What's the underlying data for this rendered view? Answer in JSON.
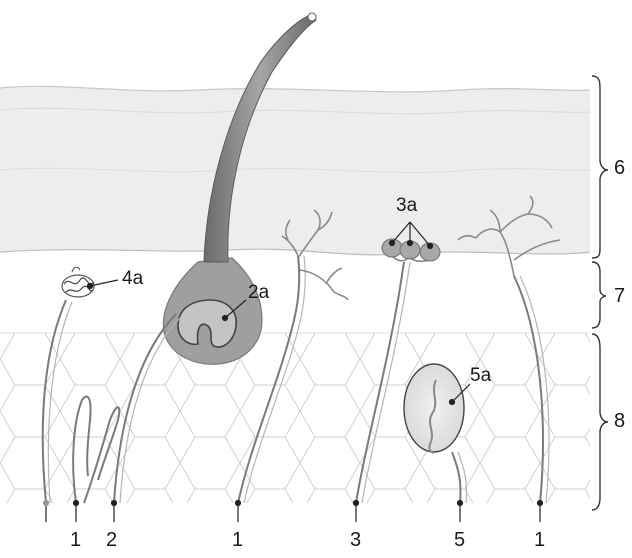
{
  "diagram": {
    "labels": {
      "fiber_1": "1",
      "fiber_2": "2",
      "fiber_3": "3",
      "fiber_5": "5",
      "hair_follicle_2a": "2a",
      "merkel_3a": "3a",
      "meissner_4a": "4a",
      "pacinian_5a": "5a"
    },
    "layers": [
      {
        "id": "epidermis",
        "label": "6"
      },
      {
        "id": "dermis-papillary",
        "label": "7"
      },
      {
        "id": "dermis-reticular",
        "label": "8"
      }
    ],
    "colors": {
      "line": "#6f6f6f",
      "hair": "#8a8a8a",
      "hair_dark": "#5c5c5c",
      "follicle": "#9c9c9c",
      "hex_grid": "#cfcfcf",
      "epidermis": "#ececec"
    }
  }
}
